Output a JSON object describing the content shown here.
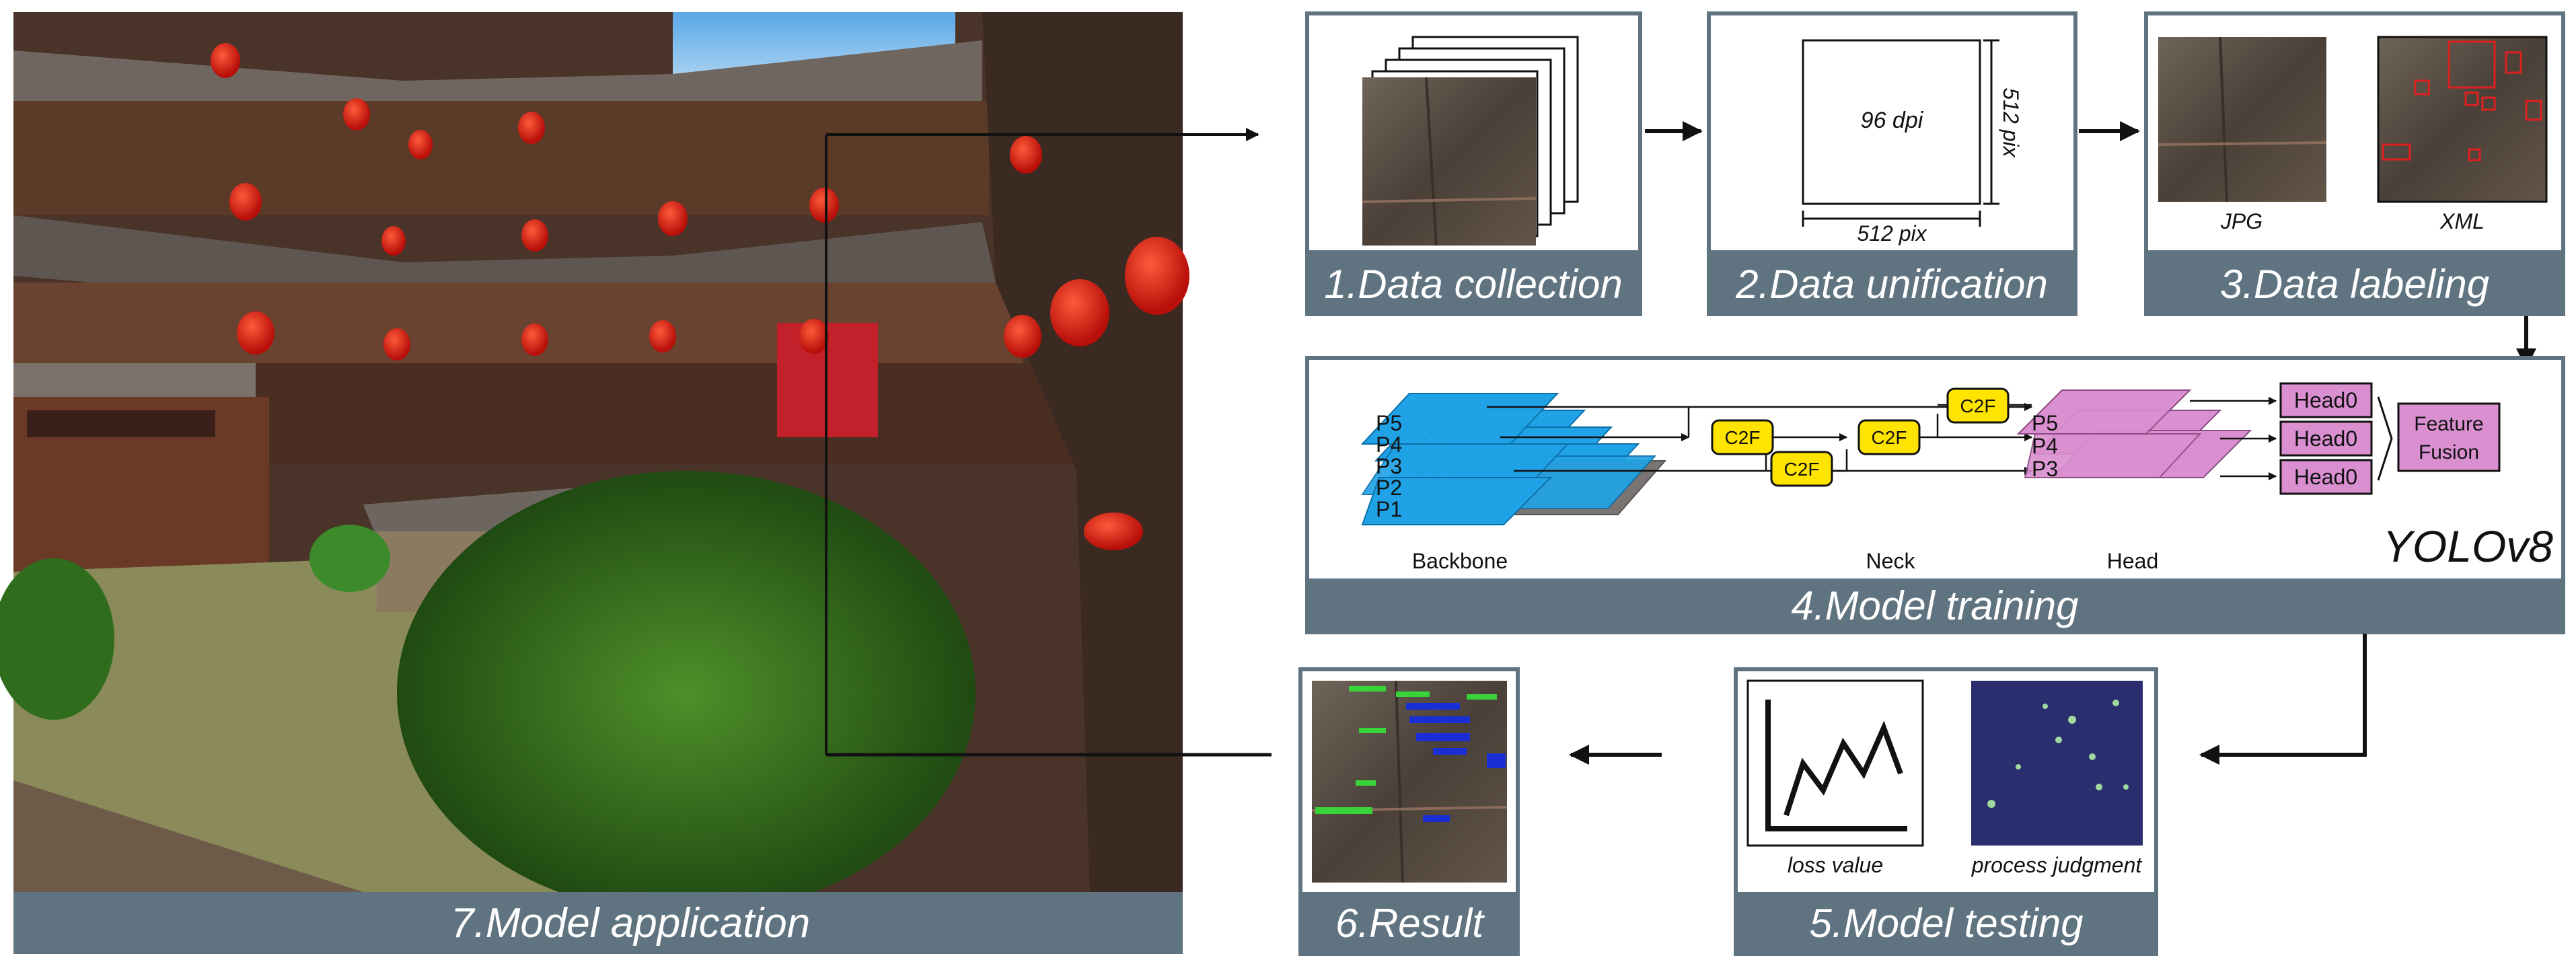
{
  "colors": {
    "caption_bar": "#5f7480",
    "panel_border": "#5f7480",
    "backbone_blue": "#1fa3e6",
    "head_pink": "#d98fd0",
    "c2f_yellow": "#ffe400",
    "result_green": "#39d43a",
    "result_blue": "#1a2ed6",
    "label_red": "#e01f1f"
  },
  "panels": {
    "p1": {
      "title": "1.Data collection"
    },
    "p2": {
      "title": "2.Data unification",
      "dpi": "96 dpi",
      "width": "512 pix",
      "height": "512 pix"
    },
    "p3": {
      "title": "3.Data labeling",
      "jpg": "JPG",
      "xml": "XML"
    },
    "p4": {
      "title": "4.Model training",
      "model": "YOLOv8",
      "backbone": "Backbone",
      "neck": "Neck",
      "head": "Head",
      "backbone_layers": [
        "P5",
        "P4",
        "P3",
        "P2",
        "P1"
      ],
      "head_layers": [
        "P5",
        "P4",
        "P3"
      ],
      "c2f": "C2F",
      "head_blocks": [
        "Head0",
        "Head0",
        "Head0"
      ],
      "feature_fusion_1": "Feature",
      "feature_fusion_2": "Fusion"
    },
    "p5": {
      "title": "5.Model testing",
      "loss": "loss value",
      "judgment": "process judgment"
    },
    "p6": {
      "title": "6.Result"
    },
    "p7": {
      "title": "7.Model application"
    }
  }
}
